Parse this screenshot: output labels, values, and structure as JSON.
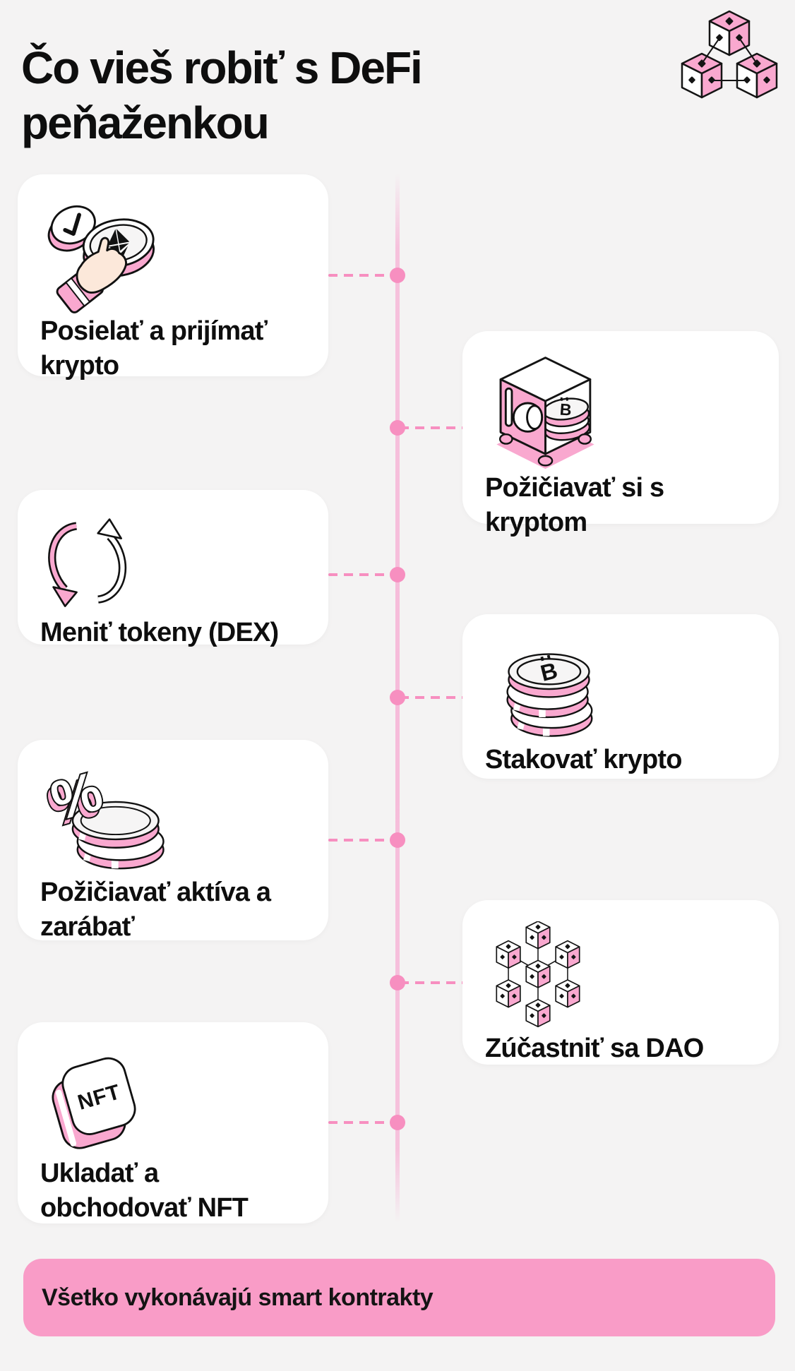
{
  "header": {
    "title": "Čo vieš robiť s DeFi peňaženkou",
    "logo_icon": "blockchain-cubes-icon"
  },
  "timeline": {
    "items": [
      {
        "label": "Posielať a prijímať krypto",
        "side": "left",
        "icon": "hand-coin-send-receive-icon"
      },
      {
        "label": "Požičiavať si s kryptom",
        "side": "right",
        "icon": "crypto-vault-borrow-icon"
      },
      {
        "label": "Meniť tokeny (DEX)",
        "side": "left",
        "icon": "swap-arrows-icon"
      },
      {
        "label": "Stakovať krypto",
        "side": "right",
        "icon": "bitcoin-coin-stack-icon"
      },
      {
        "label": "Požičiavať aktíva a zarábať",
        "side": "left",
        "icon": "percent-coins-lend-icon"
      },
      {
        "label": "Zúčastniť sa DAO",
        "side": "right",
        "icon": "dao-cube-network-icon"
      },
      {
        "label": "Ukladať a obchodovať NFT",
        "side": "left",
        "icon": "nft-tile-icon"
      }
    ]
  },
  "banner": {
    "label": "Všetko vykonávajú smart kontrakty"
  },
  "colors": {
    "background": "#F4F3F3",
    "card": "#FFFFFF",
    "text": "#0E0E0E",
    "pink_accent": "#F78FC0",
    "pink_fill": "#F9A8CF",
    "pink_banner": "#F99CC7",
    "timeline_line": "#F6BCDA"
  }
}
